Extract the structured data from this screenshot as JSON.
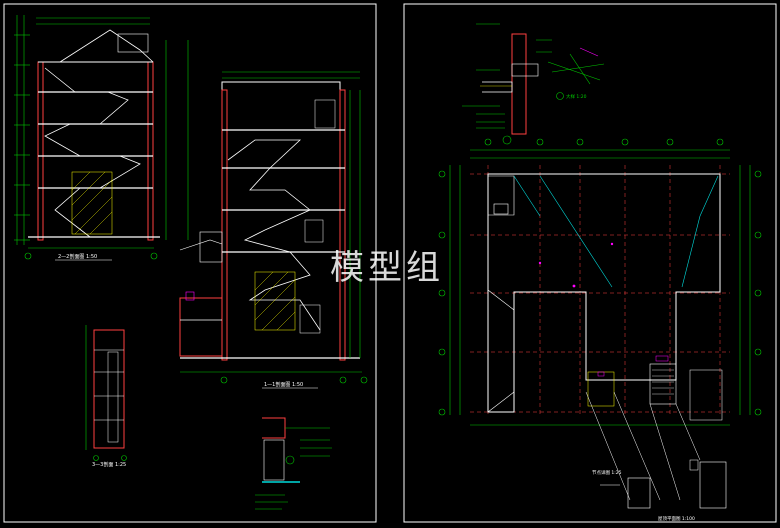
{
  "watermark": "模型组",
  "left_sheet": {
    "section_1_caption": "2—2剖面图  1:50",
    "section_2_caption": "1—1剖面图  1:50",
    "stair_detail_caption": "3—3剖面  1:25"
  },
  "right_sheet": {
    "roof_plan_caption": "屋顶平面图  1:100",
    "detail_caption": "节点详图  1:25",
    "node_caption": "大样  1:20"
  },
  "colors": {
    "background": "#000000",
    "frame": "#ffffff",
    "wall": "#ff4040",
    "dim": "#00c800",
    "text": "#ffff00",
    "axis": "#e0e0e0",
    "cyan": "#00dcdc",
    "accent": "#ff00ff"
  }
}
